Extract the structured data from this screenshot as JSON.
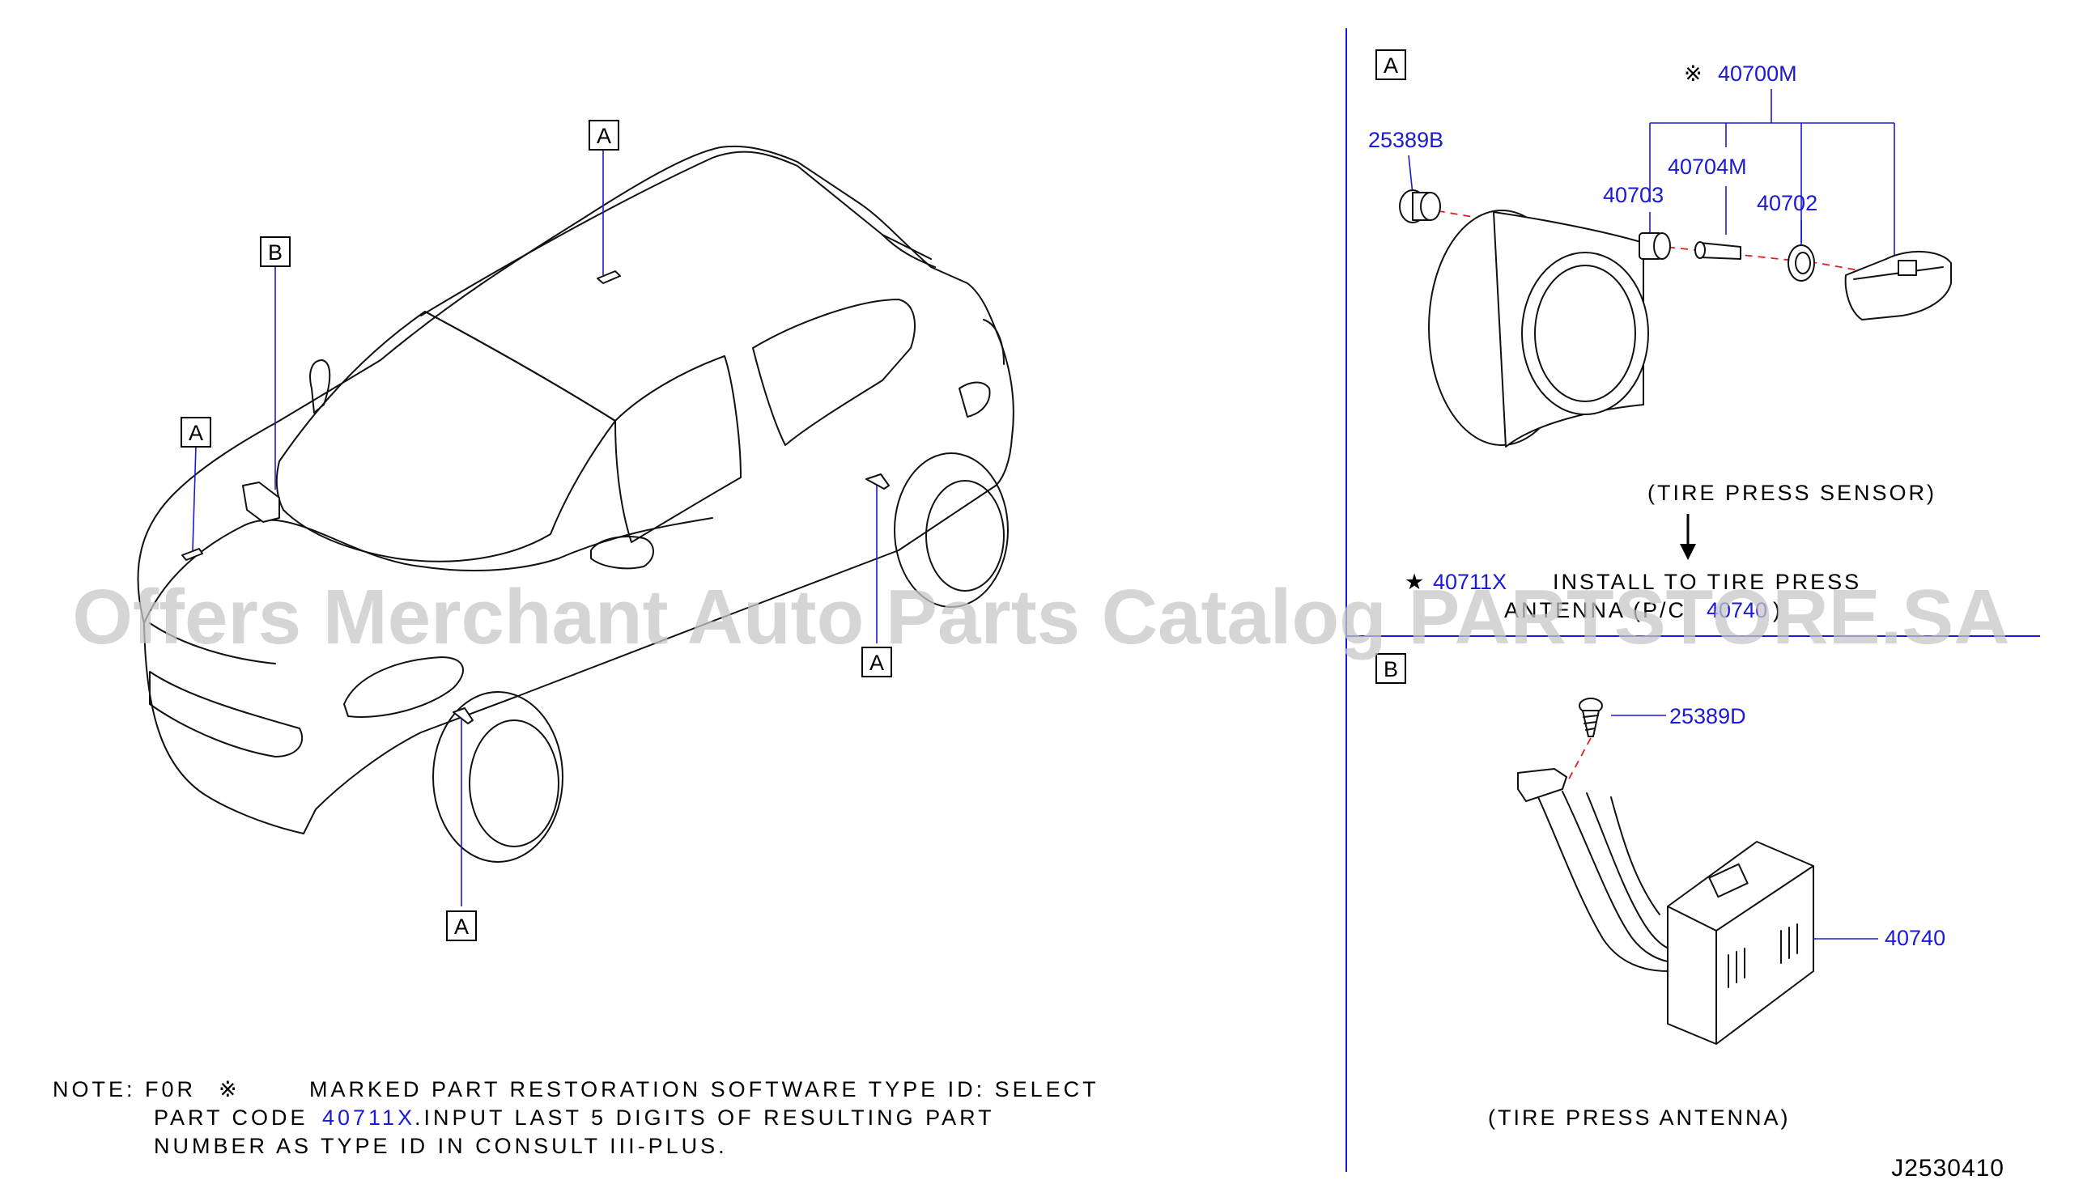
{
  "callouts": {
    "car_a_top": "A",
    "car_b": "B",
    "car_a_left": "A",
    "car_a_right": "A",
    "car_a_bottom": "A"
  },
  "section_a": {
    "label": "A",
    "parts": {
      "p25389b": "25389B",
      "sensor_assembly": "40700M",
      "sensor_assembly_mark": "※",
      "p40704m": "40704M",
      "p40703": "40703",
      "p40702": "40702"
    },
    "caption": "(TIRE PRESS SENSOR)",
    "install_star": "★",
    "install_part": "40711X",
    "install_line1": "INSTALL TO TIRE PRESS",
    "install_line2_prefix": "ANTENNA (P/C",
    "install_line2_part": "40740",
    "install_line2_suffix": ")"
  },
  "section_b": {
    "label": "B",
    "parts": {
      "p25389d": "25389D",
      "p40740": "40740"
    },
    "caption": "(TIRE PRESS ANTENNA)"
  },
  "note": {
    "line1_prefix": "NOTE: F0R",
    "line1_mark": "※",
    "line1_suffix": "MARKED PART RESTORATION SOFTWARE TYPE ID: SELECT",
    "line2_prefix": "PART CODE",
    "line2_part": "40711X",
    "line2_suffix": ".INPUT LAST 5 DIGITS OF RESULTING PART",
    "line3": "NUMBER AS TYPE ID IN CONSULT III-PLUS."
  },
  "diagram_id": "J2530410",
  "watermark": "Offers Merchant Auto Parts Catalog PARTSTORE.SA",
  "colors": {
    "part_number": "#1a1ad6",
    "leader_line": "#1a1ad6",
    "dashed_axis": "#e02020",
    "watermark": "#c8c8c8"
  }
}
